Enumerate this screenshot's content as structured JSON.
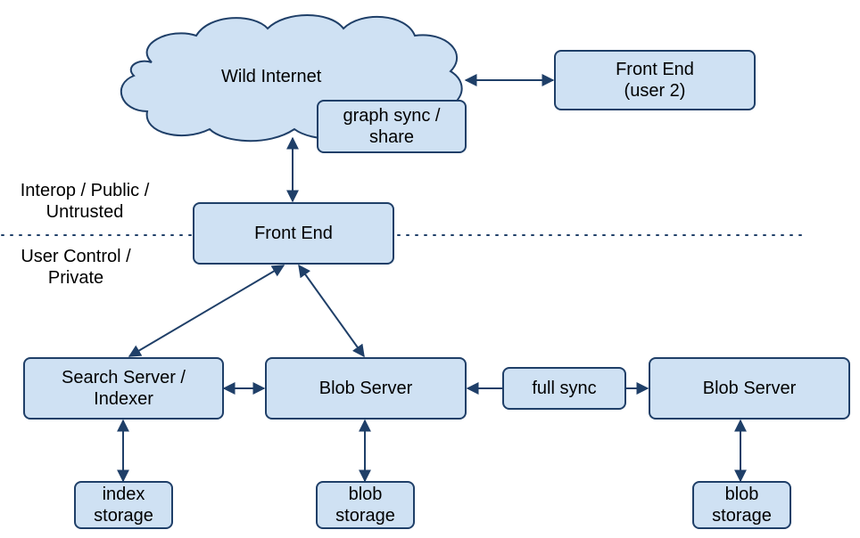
{
  "zones": {
    "top_line1": "Interop / Public /",
    "top_line2": "Untrusted",
    "bottom_line1": "User Control /",
    "bottom_line2": "Private"
  },
  "nodes": {
    "wild_internet": "Wild Internet",
    "graph_sync_line1": "graph sync /",
    "graph_sync_line2": "share",
    "front_end_user2_line1": "Front End",
    "front_end_user2_line2": "(user 2)",
    "front_end": "Front End",
    "search_server_line1": "Search Server /",
    "search_server_line2": "Indexer",
    "blob_server": "Blob Server",
    "full_sync": "full sync",
    "blob_server_remote": "Blob Server",
    "index_storage_line1": "index",
    "index_storage_line2": "storage",
    "blob_storage_line1": "blob",
    "blob_storage_line2": "storage",
    "blob_storage_remote_line1": "blob",
    "blob_storage_remote_line2": "storage"
  },
  "colors": {
    "node_fill": "#cfe1f3",
    "node_border": "#1f3f68",
    "arrow": "#1f3f68"
  }
}
